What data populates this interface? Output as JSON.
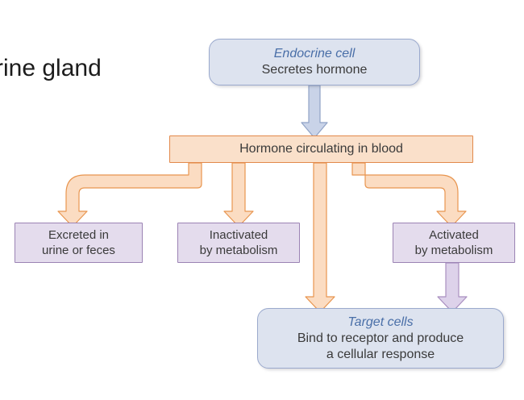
{
  "diagram": {
    "title_caption": "rine gland",
    "colors": {
      "rounded_fill": "#dde3ef",
      "rounded_border": "#9aa9cd",
      "band_fill": "#fae0ca",
      "band_border": "#e2894b",
      "violet_fill": "#e4dced",
      "violet_border": "#9b83b4",
      "italic_title_text": "#4a6fa8",
      "body_text": "#3a3a3a",
      "arrow_orange_fill": "#fbdcc2",
      "arrow_orange_stroke": "#e8954f",
      "arrow_blue_fill": "#c9d3e8",
      "arrow_blue_stroke": "#8fa2c6",
      "arrow_violet_fill": "#ddd2ea",
      "arrow_violet_stroke": "#a98fc0"
    },
    "nodes": {
      "endocrine_cell": {
        "title": "Endocrine cell",
        "line1": "Secretes hormone"
      },
      "hormone_blood": {
        "line1": "Hormone circulating in blood"
      },
      "excreted": {
        "line1": "Excreted in",
        "line2": "urine or feces"
      },
      "inactivated": {
        "line1": "Inactivated",
        "line2": "by metabolism"
      },
      "activated": {
        "line1": "Activated",
        "line2": "by metabolism"
      },
      "target_cells": {
        "title": "Target cells",
        "line1": "Bind to receptor and produce",
        "line2": "a cellular response"
      }
    },
    "arrows": [
      {
        "name": "endocrine-to-hormone",
        "from": "endocrine_cell",
        "to": "hormone_blood",
        "color": "blue",
        "shape": "straight-down"
      },
      {
        "name": "hormone-to-excreted",
        "from": "hormone_blood",
        "to": "excreted",
        "color": "orange",
        "shape": "elbow-left"
      },
      {
        "name": "hormone-to-inactivated",
        "from": "hormone_blood",
        "to": "inactivated",
        "color": "orange",
        "shape": "straight-down"
      },
      {
        "name": "hormone-to-target",
        "from": "hormone_blood",
        "to": "target_cells",
        "color": "orange",
        "shape": "straight-down"
      },
      {
        "name": "hormone-to-activated",
        "from": "hormone_blood",
        "to": "activated",
        "color": "orange",
        "shape": "elbow-right"
      },
      {
        "name": "activated-to-target",
        "from": "activated",
        "to": "target_cells",
        "color": "violet",
        "shape": "straight-down"
      }
    ]
  }
}
